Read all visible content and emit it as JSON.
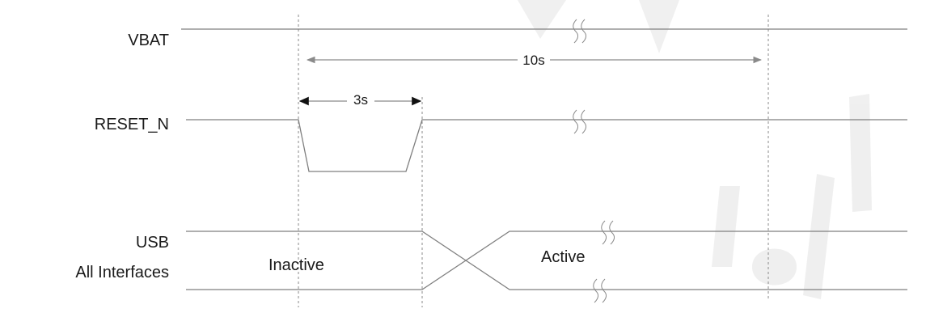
{
  "diagram": {
    "signals": {
      "vbat": "VBAT",
      "reset_n": "RESET_N",
      "usb_line1": "USB",
      "usb_line2": "All Interfaces"
    },
    "timing": {
      "total": "10s",
      "reset_pulse": "3s"
    },
    "states": {
      "before": "Inactive",
      "after": "Active"
    },
    "colors": {
      "line": "#7f7f7f",
      "text": "#1a1a1a",
      "watermark": "#eeeeee"
    }
  }
}
